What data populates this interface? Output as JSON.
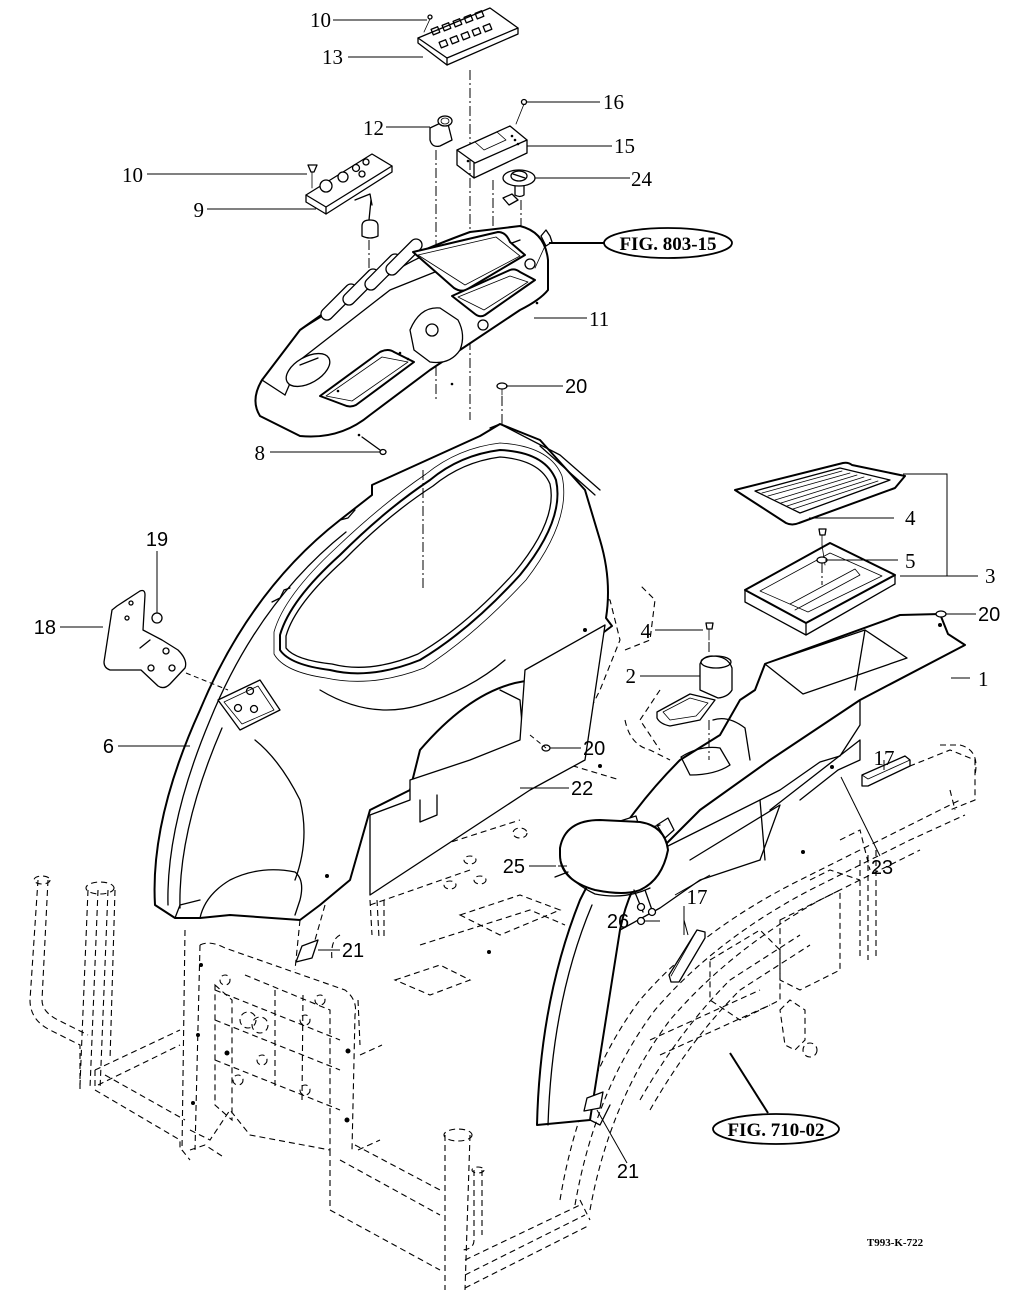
{
  "diagram": {
    "type": "exploded-parts-diagram",
    "subject": "operator platform fenders, console and seat area",
    "drawing_code": "T993-K-722",
    "figure_references": [
      {
        "id": "fig-803-15",
        "label": "FIG. 803-15"
      },
      {
        "id": "fig-710-02",
        "label": "FIG. 710-02"
      }
    ],
    "callouts": {
      "c1": "1",
      "c2": "2",
      "c3": "3",
      "c4a": "4",
      "c4b": "4",
      "c5": "5",
      "c6": "6",
      "c8": "8",
      "c9": "9",
      "c10a": "10",
      "c10b": "10",
      "c11": "11",
      "c12": "12",
      "c13": "13",
      "c15": "15",
      "c16": "16",
      "c17a": "17",
      "c17b": "17",
      "c18": "18",
      "c19": "19",
      "c20a": "20",
      "c20b": "20",
      "c20c": "20",
      "c21a": "21",
      "c21b": "21",
      "c22": "22",
      "c23": "23",
      "c24": "24",
      "c25": "25",
      "c26": "26"
    }
  }
}
